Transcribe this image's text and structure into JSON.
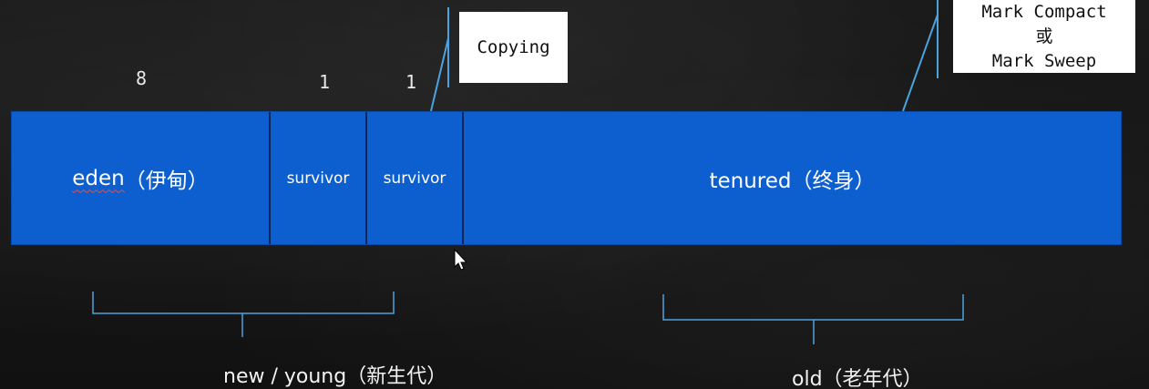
{
  "ratios": {
    "eden": "8",
    "survivor_from": "1",
    "survivor_to": "1"
  },
  "segments": {
    "eden_word": "eden",
    "eden_cn": "（伊甸）",
    "survivor_from": "survivor",
    "survivor_to": "survivor",
    "tenured": "tenured（终身）"
  },
  "annotations": {
    "young_gc": "Copying",
    "old_gc_line1": "Mark Compact",
    "old_gc_line2": "或",
    "old_gc_line3": "Mark Sweep"
  },
  "groups": {
    "young": "new / young（新生代）",
    "old": "old（老年代）"
  },
  "colors": {
    "heap_blue": "#0d5fcf",
    "bracket_blue": "#4aa3df",
    "background": "#141414"
  },
  "icons": {
    "cursor": "mouse-pointer-icon"
  }
}
